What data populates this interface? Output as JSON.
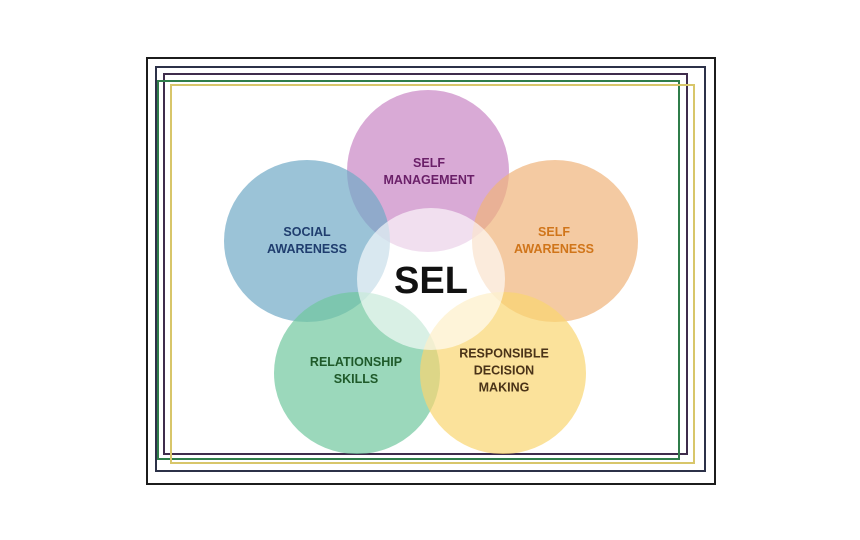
{
  "center": {
    "label": "SEL"
  },
  "components": {
    "self_management": {
      "label": "SELF\nMANAGEMENT",
      "color": "#c986c4"
    },
    "social_awareness": {
      "label": "SOCIAL\nAWARENESS",
      "color": "#70aac6"
    },
    "self_awareness": {
      "label": "SELF\nAWARENESS",
      "color": "#f0b47a"
    },
    "relationship_skills": {
      "label": "RELATIONSHIP\nSKILLS",
      "color": "#70c89e"
    },
    "responsible_decision_making": {
      "label": "RESPONSIBLE\nDECISION\nMAKING",
      "color": "#fad670"
    }
  }
}
